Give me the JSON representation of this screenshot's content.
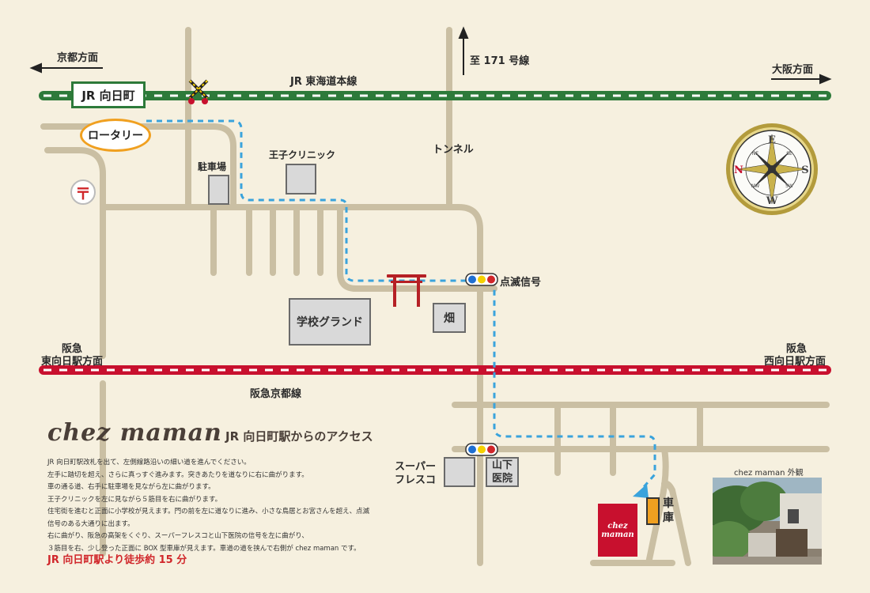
{
  "directions": {
    "kyoto": "京都方面",
    "osaka": "大阪方面",
    "route171": "至 171 号線",
    "hankyu_east_1": "阪急",
    "hankyu_east_2": "東向日駅方面",
    "hankyu_west_1": "阪急",
    "hankyu_west_2": "西向日駅方面"
  },
  "rail_lines": {
    "jr": "JR 東海道本線",
    "hankyu": "阪急京都線"
  },
  "places": {
    "jr_station": "JR 向日町",
    "rotary": "ロータリー",
    "parking": "駐車場",
    "clinic": "王子クリニック",
    "tunnel": "トンネル",
    "flashing_signal": "点滅信号",
    "school_ground": "学校グランド",
    "field": "畑",
    "supermarket": "スーパー\nフレスコ",
    "hospital": "山下\n医院",
    "garage": "車\n庫"
  },
  "logo": {
    "line1": "chez",
    "line2": "maman"
  },
  "photo_caption": "chez maman 外観",
  "post_office_symbol": "〒",
  "compass": {
    "north": "N",
    "south": "S",
    "east": "E",
    "west": "W",
    "ne": "NE",
    "nw": "NW",
    "se": "SE",
    "sw": "SW"
  },
  "info": {
    "brand": "chez maman",
    "title": "JR 向日町駅からのアクセス",
    "lines": [
      "JR 向日町駅改札を出て、左側線路沿いの細い道を進んでください。",
      "左手に踏切を超え、さらに真っすぐ進みます。突きあたりを道なりに右に曲がります。",
      "車の通る道、右手に駐車場を見ながら左に曲がります。",
      "王子クリニックを左に見ながら５筋目を右に曲がります。",
      "住宅街を進むと正面に小学校が見えます。門の前を左に道なりに進み、小さな鳥居とお宮さんを超え、点滅",
      "信号のある大通りに出ます。",
      "右に曲がり、阪急の高架をくぐり、スーパーフレスコと山下医院の信号を左に曲がり、",
      "３筋目を右、少し登った正面に BOX 型車庫が見えます。車道の道を挟んで右側が chez maman です。"
    ],
    "walk_time": "JR 向日町駅より徒歩約 15 分"
  },
  "colors": {
    "background": "#f6f0df",
    "road": "#cabfa3",
    "jr_line": "#2d7a3a",
    "hankyu_line": "#c8102e",
    "route": "#3aa3dc",
    "accent_red": "#d0262a"
  }
}
